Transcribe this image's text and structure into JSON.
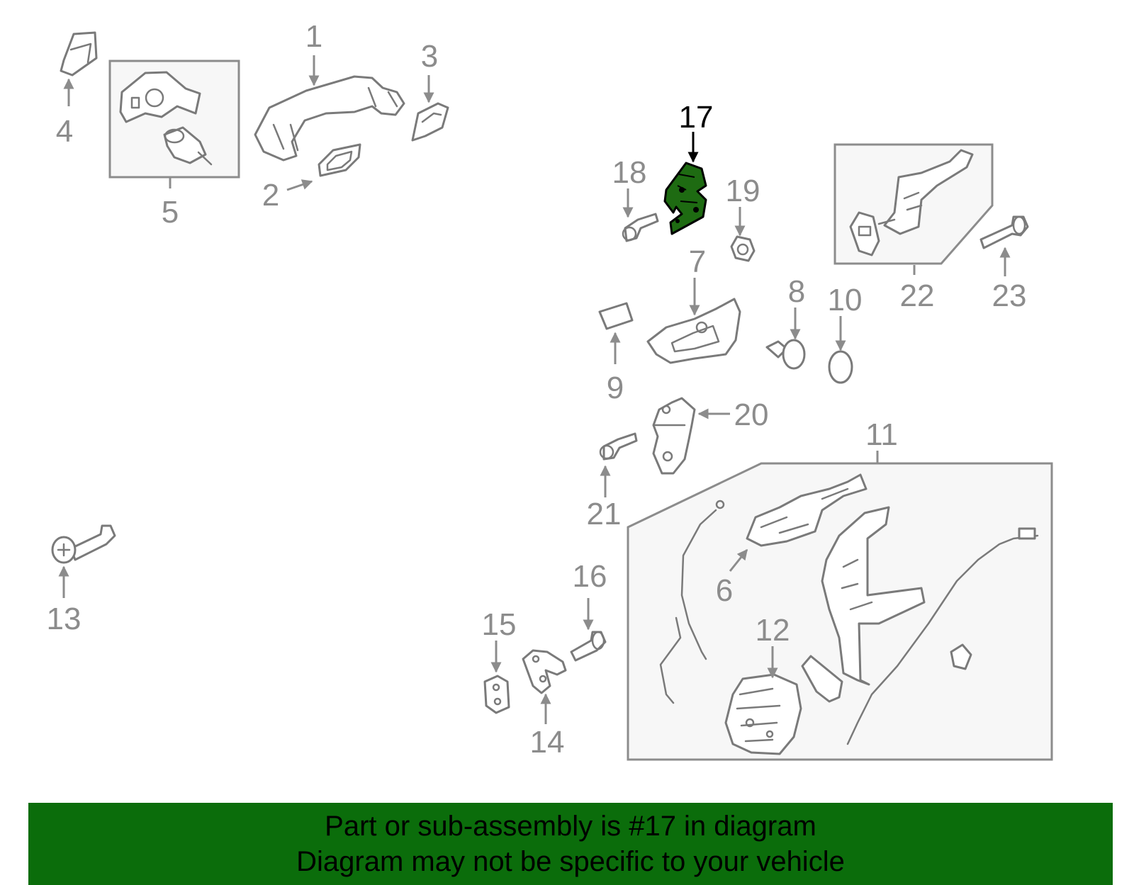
{
  "colors": {
    "highlight_fill": "#1e6b12",
    "banner_background": "#0b6d0b",
    "label_gray": "#8c8c8c",
    "outline_gray": "#7a7a7a",
    "subassembly_box_fill": "#f7f7f7"
  },
  "highlighted_part": "17",
  "callouts": [
    {
      "id": "1",
      "text": "1"
    },
    {
      "id": "2",
      "text": "2"
    },
    {
      "id": "3",
      "text": "3"
    },
    {
      "id": "4",
      "text": "4"
    },
    {
      "id": "5",
      "text": "5"
    },
    {
      "id": "6",
      "text": "6"
    },
    {
      "id": "7",
      "text": "7"
    },
    {
      "id": "8",
      "text": "8"
    },
    {
      "id": "9",
      "text": "9"
    },
    {
      "id": "10",
      "text": "10"
    },
    {
      "id": "11",
      "text": "11"
    },
    {
      "id": "12",
      "text": "12"
    },
    {
      "id": "13",
      "text": "13"
    },
    {
      "id": "14",
      "text": "14"
    },
    {
      "id": "15",
      "text": "15"
    },
    {
      "id": "16",
      "text": "16"
    },
    {
      "id": "17",
      "text": "17"
    },
    {
      "id": "18",
      "text": "18"
    },
    {
      "id": "19",
      "text": "19"
    },
    {
      "id": "20",
      "text": "20"
    },
    {
      "id": "21",
      "text": "21"
    },
    {
      "id": "22",
      "text": "22"
    },
    {
      "id": "23",
      "text": "23"
    }
  ],
  "banner": {
    "line1": "Part or sub-assembly is #17 in diagram",
    "line2": "Diagram may not be specific to your vehicle"
  }
}
